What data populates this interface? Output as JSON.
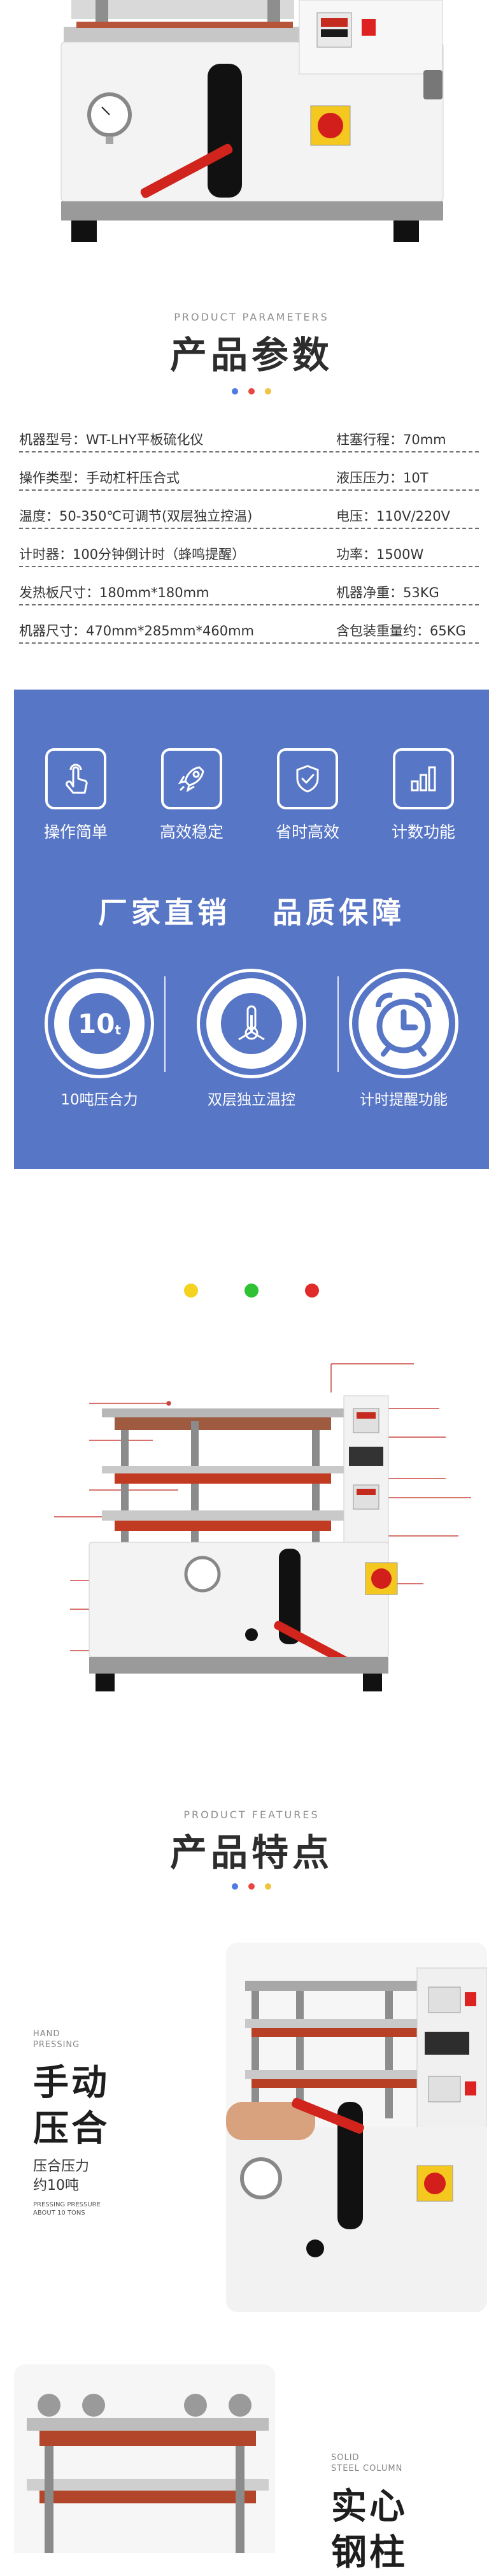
{
  "params_section": {
    "en_title": "PRODUCT PARAMETERS",
    "cn_title": "产品参数",
    "dot_colors": [
      "#4f7be4",
      "#e8463e",
      "#f2c342"
    ],
    "rows": [
      {
        "left": "机器型号：WT-LHY平板硫化仪",
        "right": "柱塞行程：70mm"
      },
      {
        "left": "操作类型：手动杠杆压合式",
        "right": "液压压力：10T"
      },
      {
        "left": "温度：50-350℃可调节(双层独立控温)",
        "right": "电压：110V/220V"
      },
      {
        "left": "计时器：100分钟倒计时（蜂鸣提醒）",
        "right": "功率：1500W"
      },
      {
        "left": "发热板尺寸：180mm*180mm",
        "right": "机器净重：53KG"
      },
      {
        "left": "机器尺寸：470mm*285mm*460mm",
        "right": "含包装重量约：65KG"
      }
    ]
  },
  "banner": {
    "background": "#5876c6",
    "features": [
      {
        "icon": "hand-pointer-icon",
        "label": "操作简单"
      },
      {
        "icon": "rocket-icon",
        "label": "高效稳定"
      },
      {
        "icon": "shield-check-icon",
        "label": "省时高效"
      },
      {
        "icon": "bar-chart-icon",
        "label": "计数功能"
      }
    ],
    "slogan": "厂家直销   品质保障",
    "circles": [
      {
        "icon": "ten-ton-icon",
        "icon_text": "10",
        "icon_sub": "t",
        "label": "10吨压合力"
      },
      {
        "icon": "thermometer-icon",
        "label": "双层独立温控"
      },
      {
        "icon": "alarm-clock-icon",
        "label": "计时提醒功能"
      }
    ]
  },
  "diagram_section": {
    "dot_colors": [
      "#f5d21f",
      "#2fc234",
      "#e12b2b"
    ]
  },
  "features_section": {
    "en_title": "PRODUCT FEATURES",
    "cn_title": "产品特点",
    "dot_colors": [
      "#4f7be4",
      "#e8463e",
      "#f2c342"
    ],
    "feature1": {
      "en_title": [
        "HAND",
        "PRESSING"
      ],
      "cn_title": [
        "手动",
        "压合"
      ],
      "desc": [
        "压合压力",
        "约10吨"
      ],
      "en_desc": [
        "PRESSING PRESSURE",
        "ABOUT 10 TONS"
      ]
    },
    "feature2": {
      "en_title": [
        "SOLID",
        "STEEL COLUMN"
      ],
      "cn_title": [
        "实心",
        "钢柱"
      ]
    }
  }
}
